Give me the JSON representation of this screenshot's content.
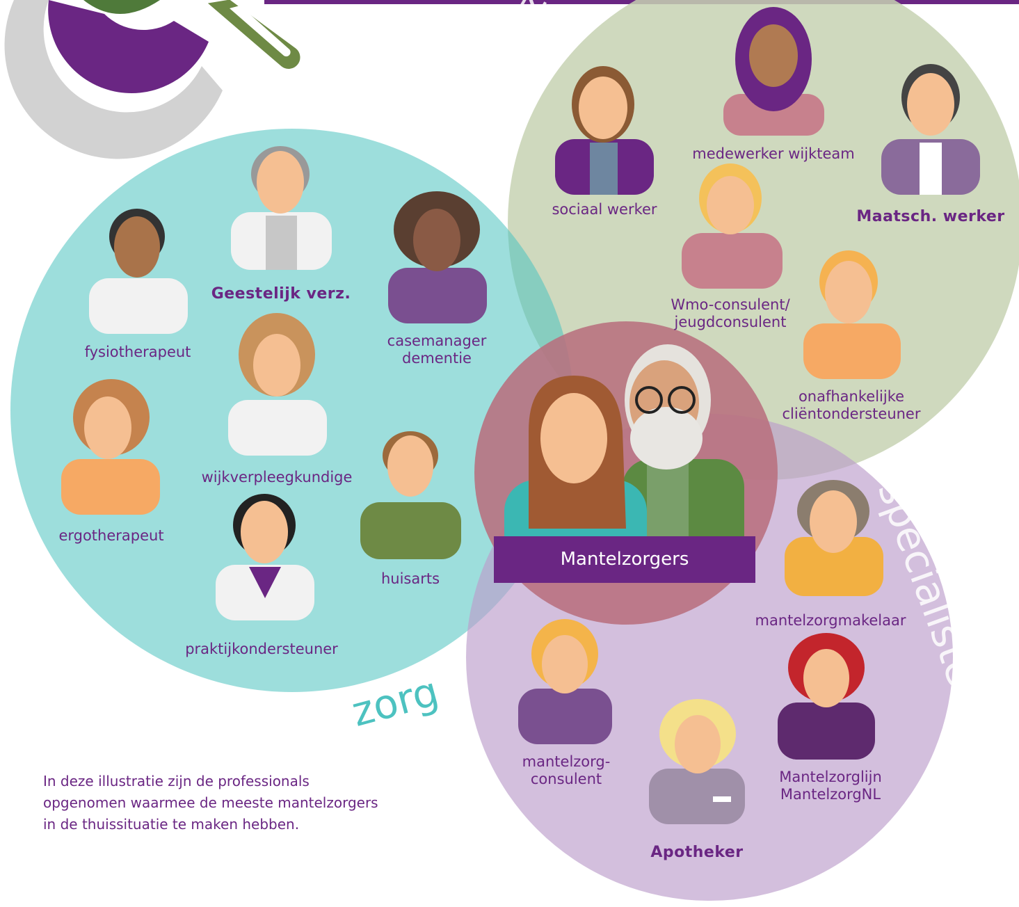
{
  "zones": {
    "welzijn": "welzijn",
    "zorg": "zorg",
    "specialisten": "specialisten"
  },
  "center": {
    "label": "Mantelzorgers"
  },
  "welzijn_roles": {
    "sociaal_werker": "sociaal werker",
    "medewerker_wijkteam": "medewerker wijkteam",
    "maatsch_werker": "Maatsch. werker",
    "wmo_line1": "Wmo-consulent/",
    "wmo_line2": "jeugdconsulent",
    "ocs_line1": "onafhankelijke",
    "ocs_line2": "cliëntondersteuner"
  },
  "zorg_roles": {
    "fysiotherapeut": "fysiotherapeut",
    "geestelijk_verz": "Geestelijk verz.",
    "casemanager_line1": "casemanager",
    "casemanager_line2": "dementie",
    "ergotherapeut": "ergotherapeut",
    "wijkverpleegkundige": "wijkverpleegkundige",
    "huisarts": "huisarts",
    "praktijkondersteuner": "praktijkondersteuner"
  },
  "specialisten_roles": {
    "mantelzorgmakelaar": "mantelzorgmakelaar",
    "mzc_line1": "mantelzorg-",
    "mzc_line2": "consulent",
    "apotheker": "Apotheker",
    "mzlijn_line1": "Mantelzorglijn",
    "mzlijn_line2": "MantelzorgNL"
  },
  "footnote": {
    "line1": "In deze illustratie zijn de professionals",
    "line2": "opgenomen waarmee de meeste mantelzorgers",
    "line3": "in de thuissituatie te maken hebben."
  },
  "colors": {
    "purple": "#6a2683",
    "zorg": "#4dc2c0",
    "welzijn": "#c7d2b3",
    "specialisten": "#c6aed0",
    "center": "#b8707e"
  }
}
